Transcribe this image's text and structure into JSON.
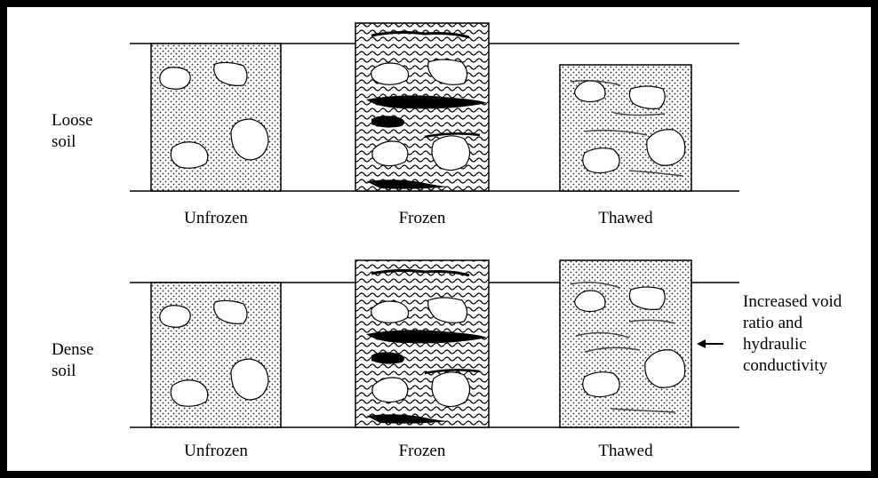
{
  "rows": [
    {
      "label": "Loose\nsoil",
      "samples": [
        {
          "label": "Unfrozen"
        },
        {
          "label": "Frozen"
        },
        {
          "label": "Thawed"
        }
      ]
    },
    {
      "label": "Dense\nsoil",
      "samples": [
        {
          "label": "Unfrozen"
        },
        {
          "label": "Frozen"
        },
        {
          "label": "Thawed"
        }
      ],
      "annotation": "Increased void\nratio and\nhydraulic\nconductivity"
    }
  ]
}
